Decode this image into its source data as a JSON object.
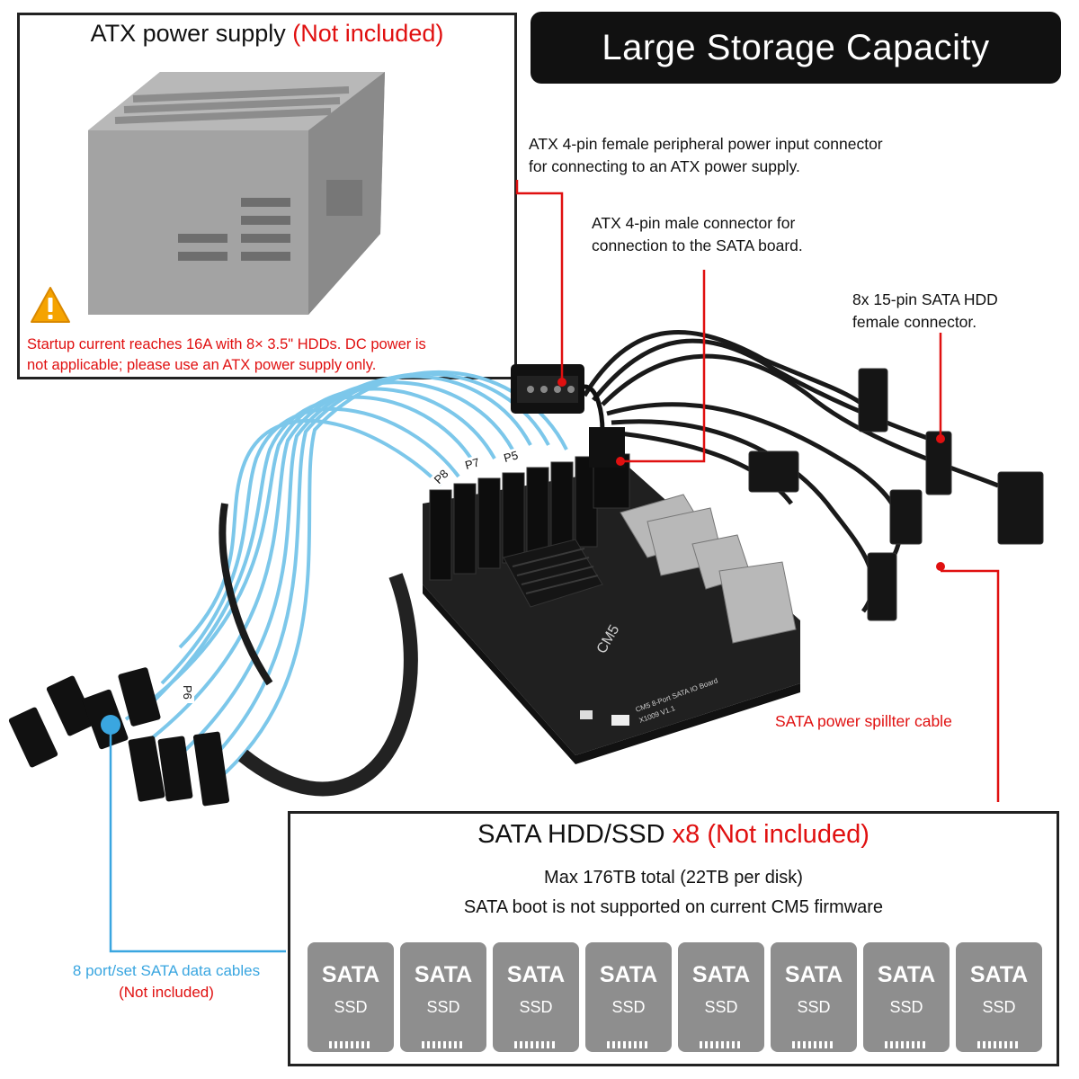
{
  "banner": {
    "title": "Large Storage Capacity"
  },
  "atx": {
    "title": "ATX power supply",
    "not_included": "(Not included)",
    "warning_line1": "Startup current reaches 16A with 8× 3.5\" HDDs. DC power is",
    "warning_line2": "not applicable; please use an ATX power supply only."
  },
  "callouts": {
    "female_line1": "ATX 4-pin female peripheral power input connector",
    "female_line2": "for connecting to an ATX power supply.",
    "male_line1": "ATX 4-pin male connector for",
    "male_line2": "connection to the SATA board.",
    "sata_conn_line1": "8x 15-pin SATA HDD",
    "sata_conn_line2": "female connector.",
    "splitter": "SATA power spillter cable",
    "datacable_line1": "8 port/set SATA data cables",
    "datacable_line2": "(Not included)"
  },
  "board": {
    "chip_label": "CM5",
    "silk1": "CM5 8-Port SATA IO Board",
    "silk2": "X1009 V1.1",
    "ports": [
      "P5",
      "P7",
      "P8",
      "P6"
    ]
  },
  "sata_box": {
    "title_main": "SATA HDD/SSD",
    "title_count": "x8",
    "title_not_included": "(Not included)",
    "line1": "Max 176TB total (22TB per disk)",
    "line2": "SATA boot is not supported on current CM5 firmware"
  },
  "ssds": [
    {
      "top": "SATA",
      "bottom": "SSD"
    },
    {
      "top": "SATA",
      "bottom": "SSD"
    },
    {
      "top": "SATA",
      "bottom": "SSD"
    },
    {
      "top": "SATA",
      "bottom": "SSD"
    },
    {
      "top": "SATA",
      "bottom": "SSD"
    },
    {
      "top": "SATA",
      "bottom": "SSD"
    },
    {
      "top": "SATA",
      "bottom": "SSD"
    },
    {
      "top": "SATA",
      "bottom": "SSD"
    }
  ],
  "colors": {
    "accent_red": "#e01010",
    "accent_blue": "#3aa6e0",
    "banner_bg": "#111111",
    "ssd_gray": "#8e8e8e"
  },
  "icons": [
    "warning-icon",
    "power-supply-image",
    "sata-board-image",
    "sata-data-cables-image",
    "power-splitter-cable-image"
  ]
}
